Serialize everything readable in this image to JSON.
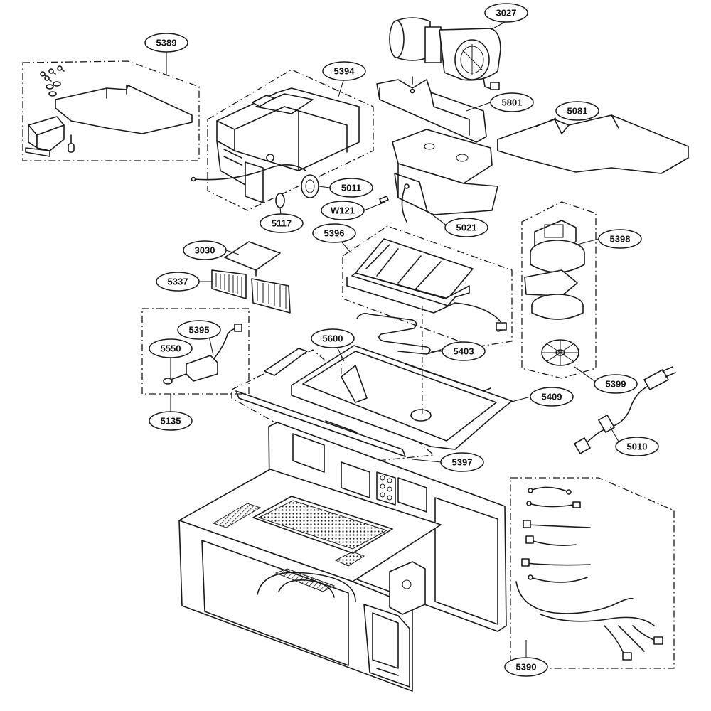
{
  "callouts": {
    "c3027": "3027",
    "c5389": "5389",
    "c5394": "5394",
    "c5801": "5801",
    "c5081": "5081",
    "c5011": "5011",
    "cW121": "W121",
    "c5117": "5117",
    "c5021": "5021",
    "c5396": "5396",
    "c5398": "5398",
    "c3030": "3030",
    "c5337": "5337",
    "c5395": "5395",
    "c5550": "5550",
    "c5600": "5600",
    "c5403": "5403",
    "c5399": "5399",
    "c5409": "5409",
    "c5135": "5135",
    "c5010": "5010",
    "c5397": "5397",
    "c5390": "5390"
  }
}
